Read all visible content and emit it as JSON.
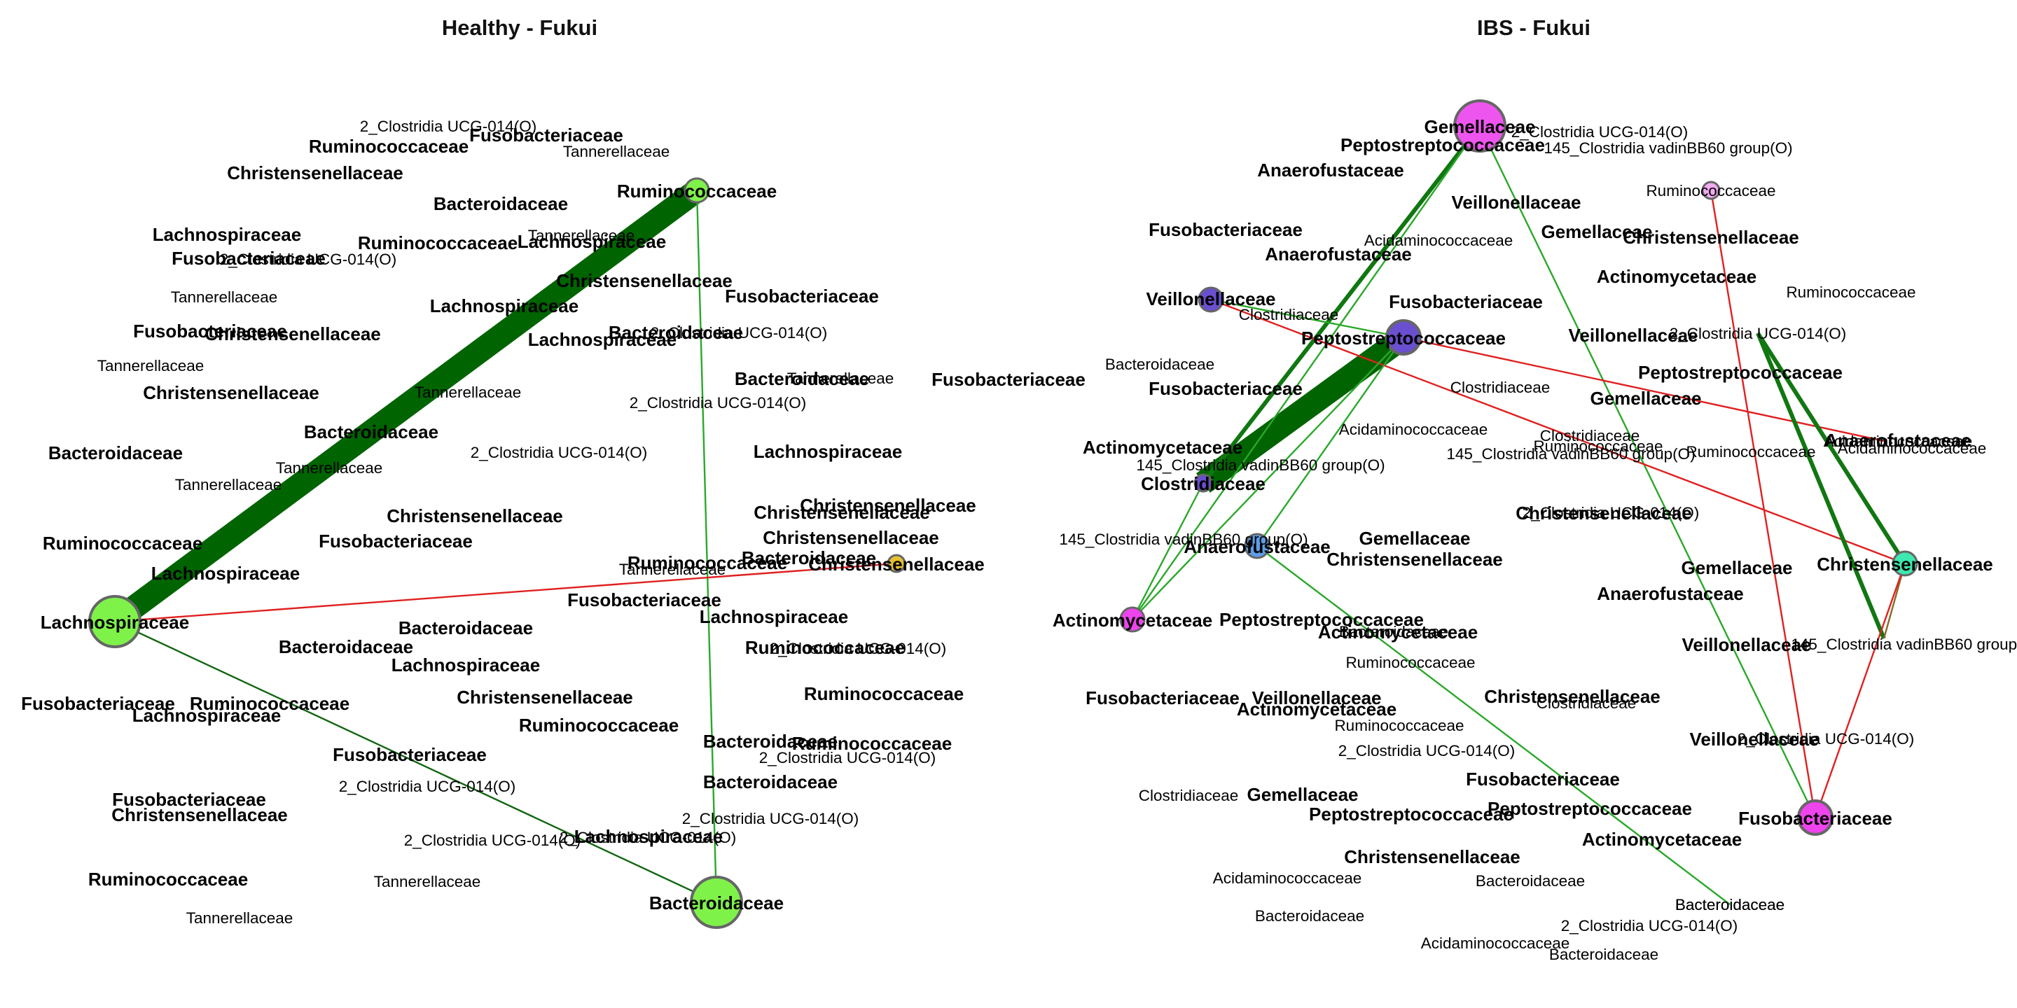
{
  "panels": [
    {
      "title": "Healthy - Fukui",
      "nodes": [
        {
          "id": "h_rum",
          "label": "Ruminococcaceae",
          "color": "#7ff24a",
          "size": "small"
        },
        {
          "id": "h_lach",
          "label": "Lachnospiraceae",
          "color": "#7ff24a",
          "size": "large"
        },
        {
          "id": "h_bact",
          "label": "Bacteroidaceae",
          "color": "#7ff24a",
          "size": "large"
        },
        {
          "id": "h_chr",
          "label": "Christensenellaceae",
          "color": "#e6c030",
          "size": "tiny"
        }
      ],
      "edges": [
        {
          "source": "h_lach",
          "target": "h_rum",
          "sign": "positive",
          "weight": "very-strong",
          "color": "#006400"
        },
        {
          "source": "h_rum",
          "target": "h_bact",
          "sign": "positive",
          "weight": "weak",
          "color": "#2aa82a"
        },
        {
          "source": "h_lach",
          "target": "h_bact",
          "sign": "positive",
          "weight": "weak",
          "color": "#116611"
        },
        {
          "source": "h_lach",
          "target": "h_chr",
          "sign": "negative",
          "weight": "weak",
          "color": "#e02020"
        }
      ],
      "isolated_labels": [
        {
          "text": "2_Clostridia UCG-014(O)",
          "bold": false
        },
        {
          "text": "Fusobacteriaceae",
          "bold": true
        },
        {
          "text": "Tannerellaceae",
          "bold": false
        },
        {
          "text": "Ruminococcaceae",
          "bold": true
        },
        {
          "text": "Christensenellaceae",
          "bold": true
        },
        {
          "text": "Bacteroidaceae",
          "bold": true
        },
        {
          "text": "Tannerellaceae",
          "bold": false
        },
        {
          "text": "Lachnospiraceae",
          "bold": true
        },
        {
          "text": "Ruminococcaceae",
          "bold": true
        },
        {
          "text": "2_Clostridia UCG-014(O)",
          "bold": false
        },
        {
          "text": "Lachnospiraceae",
          "bold": true
        },
        {
          "text": "Fusobacteriaceae",
          "bold": true
        },
        {
          "text": "Tannerellaceae",
          "bold": false
        },
        {
          "text": "Christensenellaceae",
          "bold": true
        },
        {
          "text": "Fusobacteriaceae",
          "bold": true
        },
        {
          "text": "Lachnospiraceae",
          "bold": true
        },
        {
          "text": "Christensenellaceae",
          "bold": true
        },
        {
          "text": "Fusobacteriaceae",
          "bold": true
        },
        {
          "text": "2_Clostridia UCG-014(O)",
          "bold": false
        },
        {
          "text": "Lachnospiraceae",
          "bold": true
        },
        {
          "text": "Bacteroidaceae",
          "bold": true
        },
        {
          "text": "Tannerellaceae",
          "bold": false
        },
        {
          "text": "Christensenellaceae",
          "bold": true
        },
        {
          "text": "Tannerellaceae",
          "bold": false
        },
        {
          "text": "Tannerellaceae",
          "bold": false
        },
        {
          "text": "Bacteroidaceae",
          "bold": true
        },
        {
          "text": "Fusobacteriaceae",
          "bold": true
        },
        {
          "text": "2_Clostridia UCG-014(O)",
          "bold": false
        },
        {
          "text": "Bacteroidaceae",
          "bold": true
        },
        {
          "text": "2_Clostridia UCG-014(O)",
          "bold": false
        },
        {
          "text": "Lachnospiraceae",
          "bold": true
        },
        {
          "text": "Tannerellaceae",
          "bold": false
        },
        {
          "text": "Bacteroidaceae",
          "bold": true
        },
        {
          "text": "Christensenellaceae",
          "bold": true
        },
        {
          "text": "Tannerellaceae",
          "bold": false
        },
        {
          "text": "Christensenellaceae",
          "bold": true
        },
        {
          "text": "Ruminococcaceae",
          "bold": true
        },
        {
          "text": "Christensenellaceae",
          "bold": true
        },
        {
          "text": "Christensenellaceae",
          "bold": true
        },
        {
          "text": "Bacteroidaceae",
          "bold": true
        },
        {
          "text": "Ruminococcaceae",
          "bold": true
        },
        {
          "text": "Fusobacteriaceae",
          "bold": true
        },
        {
          "text": "Tannerellaceae",
          "bold": false
        },
        {
          "text": "Lachnospiraceae",
          "bold": true
        },
        {
          "text": "Fusobacteriaceae",
          "bold": true
        },
        {
          "text": "Bacteroidaceae",
          "bold": true
        },
        {
          "text": "Lachnospiraceae",
          "bold": true
        },
        {
          "text": "Bacteroidaceae",
          "bold": true
        },
        {
          "text": "Ruminococcaceae",
          "bold": true
        },
        {
          "text": "Lachnospiraceae",
          "bold": true
        },
        {
          "text": "2_Clostridia UCG-014(O)",
          "bold": false
        },
        {
          "text": "Fusobacteriaceae",
          "bold": true
        },
        {
          "text": "Ruminococcaceae",
          "bold": true
        },
        {
          "text": "Lachnospiraceae",
          "bold": true
        },
        {
          "text": "Ruminococcaceae",
          "bold": true
        },
        {
          "text": "Christensenellaceae",
          "bold": true
        },
        {
          "text": "Bacteroidaceae",
          "bold": true
        },
        {
          "text": "Ruminococcaceae",
          "bold": true
        },
        {
          "text": "2_Clostridia UCG-014(O)",
          "bold": false
        },
        {
          "text": "Fusobacteriaceae",
          "bold": true
        },
        {
          "text": "Ruminococcaceae",
          "bold": true
        },
        {
          "text": "2_Clostridia UCG-014(O)",
          "bold": false
        },
        {
          "text": "Bacteroidaceae",
          "bold": true
        },
        {
          "text": "Fusobacteriaceae",
          "bold": true
        },
        {
          "text": "Christensenellaceae",
          "bold": true
        },
        {
          "text": "2_Clostridia UCG-014(O)",
          "bold": false
        },
        {
          "text": "2_Clostridia UCG-014(O)",
          "bold": false
        },
        {
          "text": "2_Clostridia UCG-014(O)",
          "bold": false
        },
        {
          "text": "Ruminococcaceae",
          "bold": true
        },
        {
          "text": "Tannerellaceae",
          "bold": false
        },
        {
          "text": "Lachnospiraceae",
          "bold": true
        },
        {
          "text": "Tannerellaceae",
          "bold": false
        }
      ]
    },
    {
      "title": "IBS - Fukui",
      "nodes": [
        {
          "id": "i_gem",
          "label": "Gemellaceae",
          "color": "#ee55ee",
          "size": "large"
        },
        {
          "id": "i_rum",
          "label": "Ruminococcaceae",
          "color": "#f2aaf0",
          "size": "tiny"
        },
        {
          "id": "i_vei",
          "label": "Veillonellaceae",
          "color": "#6a4fd0",
          "size": "small"
        },
        {
          "id": "i_pep",
          "label": "Peptostreptococcaceae",
          "color": "#6a4fd0",
          "size": "medium"
        },
        {
          "id": "i_clo",
          "label": "Clostridiaceae",
          "color": "#6a4fd0",
          "size": "tiny"
        },
        {
          "id": "i_ana",
          "label": "Anaerofustaceae",
          "color": "#5a9ee8",
          "size": "small"
        },
        {
          "id": "i_act",
          "label": "Actinomycetaceae",
          "color": "#ee44ee",
          "size": "small"
        },
        {
          "id": "i_chr",
          "label": "Christensenellaceae",
          "color": "#3ee8b0",
          "size": "small"
        },
        {
          "id": "i_fus",
          "label": "Fusobacteriaceae",
          "color": "#ee44ee",
          "size": "medium"
        },
        {
          "id": "i_c2",
          "label": "2_Clostridia UCG-014(O)",
          "color": "",
          "size": "none"
        },
        {
          "id": "i_acid",
          "label": "Acidaminococcaceae",
          "color": "",
          "size": "none"
        },
        {
          "id": "i_145",
          "label": "145_Clostridia vadinBB60 group(O)",
          "color": "",
          "size": "none"
        },
        {
          "id": "i_bact",
          "label": "Bacteroidaceae",
          "color": "",
          "size": "none"
        }
      ],
      "edges": [
        {
          "source": "i_pep",
          "target": "i_clo",
          "sign": "positive",
          "weight": "very-strong",
          "color": "#006400"
        },
        {
          "source": "i_gem",
          "target": "i_clo",
          "sign": "positive",
          "weight": "strong",
          "color": "#117711"
        },
        {
          "source": "i_gem",
          "target": "i_act",
          "sign": "positive",
          "weight": "weak",
          "color": "#2aa82a"
        },
        {
          "source": "i_gem",
          "target": "i_fus",
          "sign": "positive",
          "weight": "weak",
          "color": "#2aa82a"
        },
        {
          "source": "i_vei",
          "target": "i_pep",
          "sign": "positive",
          "weight": "weak",
          "color": "#2aa82a"
        },
        {
          "source": "i_vei",
          "target": "i_chr",
          "sign": "negative",
          "weight": "weak",
          "color": "#e02020"
        },
        {
          "source": "i_pep",
          "target": "i_acid",
          "sign": "negative",
          "weight": "weak",
          "color": "#e02020"
        },
        {
          "source": "i_pep",
          "target": "i_act",
          "sign": "positive",
          "weight": "weak",
          "color": "#2aa82a"
        },
        {
          "source": "i_pep",
          "target": "i_ana",
          "sign": "positive",
          "weight": "weak",
          "color": "#2aa82a"
        },
        {
          "source": "i_ana",
          "target": "i_bact",
          "sign": "positive",
          "weight": "weak",
          "color": "#2aa82a"
        },
        {
          "source": "i_c2",
          "target": "i_chr",
          "sign": "positive",
          "weight": "strong",
          "color": "#117711"
        },
        {
          "source": "i_c2",
          "target": "i_145",
          "sign": "positive",
          "weight": "strong",
          "color": "#117711"
        },
        {
          "source": "i_chr",
          "target": "i_145",
          "sign": "negative",
          "weight": "weak",
          "color": "#8a6a2a"
        },
        {
          "source": "i_rum",
          "target": "i_fus",
          "sign": "negative",
          "weight": "weak",
          "color": "#e02020"
        },
        {
          "source": "i_chr",
          "target": "i_fus",
          "sign": "negative",
          "weight": "weak",
          "color": "#e02020"
        },
        {
          "source": "i_act",
          "target": "i_clo",
          "sign": "positive",
          "weight": "weak",
          "color": "#2aa82a"
        }
      ],
      "isolated_labels": [
        {
          "text": "2_Clostridia UCG-014(O)",
          "bold": false
        },
        {
          "text": "Peptostreptococcaceae",
          "bold": true
        },
        {
          "text": "145_Clostridia vadinBB60 group(O)",
          "bold": false
        },
        {
          "text": "Anaerofustaceae",
          "bold": true
        },
        {
          "text": "Veillonellaceae",
          "bold": true
        },
        {
          "text": "Gemellaceae",
          "bold": true
        },
        {
          "text": "Fusobacteriaceae",
          "bold": true
        },
        {
          "text": "Acidaminococcaceae",
          "bold": false
        },
        {
          "text": "Christensenellaceae",
          "bold": true
        },
        {
          "text": "Anaerofustaceae",
          "bold": true
        },
        {
          "text": "Actinomycetaceae",
          "bold": true
        },
        {
          "text": "Ruminococcaceae",
          "bold": false
        },
        {
          "text": "Fusobacteriaceae",
          "bold": true
        },
        {
          "text": "Clostridiaceae",
          "bold": false
        },
        {
          "text": "Veillonellaceae",
          "bold": true
        },
        {
          "text": "Bacteroidaceae",
          "bold": false
        },
        {
          "text": "Peptostreptococcaceae",
          "bold": true
        },
        {
          "text": "Fusobacteriaceae",
          "bold": true
        },
        {
          "text": "Clostridiaceae",
          "bold": false
        },
        {
          "text": "Actinomycetaceae",
          "bold": true
        },
        {
          "text": "Gemellaceae",
          "bold": true
        },
        {
          "text": "Acidaminococcaceae",
          "bold": false
        },
        {
          "text": "Clostridiaceae",
          "bold": false
        },
        {
          "text": "145_Clostridia vadinBB60 group(O)",
          "bold": false
        },
        {
          "text": "Ruminococcaceae",
          "bold": false
        },
        {
          "text": "Anaerofustaceae",
          "bold": true
        },
        {
          "text": "145_Clostridia vadinBB60 group(O)",
          "bold": false
        },
        {
          "text": "Ruminococcaceae",
          "bold": false
        },
        {
          "text": "Acidaminococcaceae",
          "bold": false
        },
        {
          "text": "145_Clostridia vadinBB60 group(O)",
          "bold": false
        },
        {
          "text": "Gemellaceae",
          "bold": true
        },
        {
          "text": "2_Clostridia UCG-014(O)",
          "bold": false
        },
        {
          "text": "Christensenellaceae",
          "bold": true
        },
        {
          "text": "Christensenellaceae",
          "bold": true
        },
        {
          "text": "Gemellaceae",
          "bold": true
        },
        {
          "text": "Anaerofustaceae",
          "bold": true
        },
        {
          "text": "Peptostreptococcaceae",
          "bold": true
        },
        {
          "text": "Actinomycetaceae",
          "bold": true
        },
        {
          "text": "Bacteroidaceae",
          "bold": false
        },
        {
          "text": "Veillonellaceae",
          "bold": true
        },
        {
          "text": "Ruminococcaceae",
          "bold": false
        },
        {
          "text": "Fusobacteriaceae",
          "bold": true
        },
        {
          "text": "Veillonellaceae",
          "bold": true
        },
        {
          "text": "Actinomycetaceae",
          "bold": true
        },
        {
          "text": "Christensenellaceae",
          "bold": true
        },
        {
          "text": "Ruminococcaceae",
          "bold": false
        },
        {
          "text": "Clostridiaceae",
          "bold": false
        },
        {
          "text": "Veillonellaceae",
          "bold": true
        },
        {
          "text": "2_Clostridia UCG-014(O)",
          "bold": false
        },
        {
          "text": "2_Clostridia UCG-014(O)",
          "bold": false
        },
        {
          "text": "Fusobacteriaceae",
          "bold": true
        },
        {
          "text": "Clostridiaceae",
          "bold": false
        },
        {
          "text": "Gemellaceae",
          "bold": true
        },
        {
          "text": "Peptostreptococcaceae",
          "bold": true
        },
        {
          "text": "Peptostreptococcaceae",
          "bold": true
        },
        {
          "text": "Actinomycetaceae",
          "bold": true
        },
        {
          "text": "Christensenellaceae",
          "bold": true
        },
        {
          "text": "Acidaminococcaceae",
          "bold": false
        },
        {
          "text": "Bacteroidaceae",
          "bold": false
        },
        {
          "text": "Bacteroidaceae",
          "bold": false
        },
        {
          "text": "Bacteroidaceae",
          "bold": false
        },
        {
          "text": "2_Clostridia UCG-014(O)",
          "bold": false
        },
        {
          "text": "Acidaminococcaceae",
          "bold": false
        },
        {
          "text": "Bacteroidaceae",
          "bold": false
        }
      ]
    }
  ]
}
